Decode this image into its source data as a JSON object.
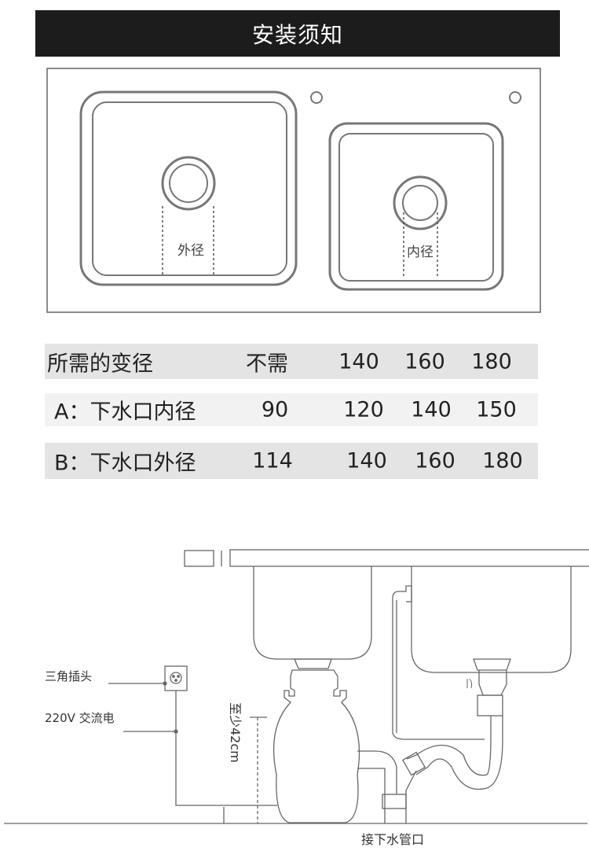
{
  "header": {
    "title": "安装须知"
  },
  "sink_top": {
    "left_label": "外径",
    "right_label": "内径"
  },
  "table": {
    "rows": [
      {
        "label": "所需的变径",
        "values": [
          "不需",
          "140",
          "160",
          "180"
        ]
      },
      {
        "label": "A：下水口内径",
        "values": [
          "90",
          "120",
          "140",
          "150"
        ]
      },
      {
        "label": "B：下水口外径",
        "values": [
          "114",
          "140",
          "160",
          "180"
        ]
      }
    ]
  },
  "install": {
    "plug_label": "三角插头",
    "power_label": "220V 交流电",
    "height_label": "至少42cm",
    "drain_label": "接下水管口"
  }
}
